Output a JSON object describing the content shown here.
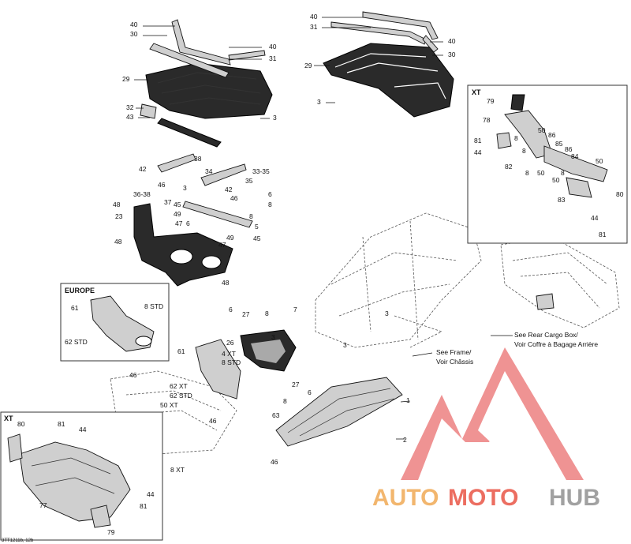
{
  "diagram": {
    "labels": [
      {
        "text": "40"
      },
      {
        "text": "30"
      },
      {
        "text": "40"
      },
      {
        "text": "31"
      },
      {
        "text": "29"
      },
      {
        "text": "32"
      },
      {
        "text": "43"
      },
      {
        "text": "3"
      },
      {
        "text": "40"
      },
      {
        "text": "31"
      },
      {
        "text": "40"
      },
      {
        "text": "30"
      },
      {
        "text": "29"
      },
      {
        "text": "3"
      },
      {
        "text": "38"
      },
      {
        "text": "42"
      },
      {
        "text": "34"
      },
      {
        "text": "33-35"
      },
      {
        "text": "35"
      },
      {
        "text": "46"
      },
      {
        "text": "36-38"
      },
      {
        "text": "3"
      },
      {
        "text": "42"
      },
      {
        "text": "46"
      },
      {
        "text": "6"
      },
      {
        "text": "8"
      },
      {
        "text": "37"
      },
      {
        "text": "45"
      },
      {
        "text": "49"
      },
      {
        "text": "8"
      },
      {
        "text": "6"
      },
      {
        "text": "47"
      },
      {
        "text": "5"
      },
      {
        "text": "48"
      },
      {
        "text": "23"
      },
      {
        "text": "48"
      },
      {
        "text": "49"
      },
      {
        "text": "45"
      },
      {
        "text": "47"
      },
      {
        "text": "48"
      },
      {
        "text": "61"
      },
      {
        "text": "8 STD"
      },
      {
        "text": "62 STD"
      },
      {
        "text": "6"
      },
      {
        "text": "27"
      },
      {
        "text": "8"
      },
      {
        "text": "7"
      },
      {
        "text": "26"
      },
      {
        "text": "3"
      },
      {
        "text": "27"
      },
      {
        "text": "6"
      },
      {
        "text": "61"
      },
      {
        "text": "4 XT"
      },
      {
        "text": "8 STD"
      },
      {
        "text": "46"
      },
      {
        "text": "62 XT"
      },
      {
        "text": "62 STD"
      },
      {
        "text": "50 XT"
      },
      {
        "text": "46"
      },
      {
        "text": "8 XT"
      },
      {
        "text": "3"
      },
      {
        "text": "3"
      },
      {
        "text": "1"
      },
      {
        "text": "8"
      },
      {
        "text": "63"
      },
      {
        "text": "2"
      },
      {
        "text": "46"
      },
      {
        "text": "79"
      },
      {
        "text": "78"
      },
      {
        "text": "50"
      },
      {
        "text": "86"
      },
      {
        "text": "8"
      },
      {
        "text": "85"
      },
      {
        "text": "81"
      },
      {
        "text": "8"
      },
      {
        "text": "86"
      },
      {
        "text": "44"
      },
      {
        "text": "84"
      },
      {
        "text": "82"
      },
      {
        "text": "50"
      },
      {
        "text": "8"
      },
      {
        "text": "8"
      },
      {
        "text": "50"
      },
      {
        "text": "50"
      },
      {
        "text": "80"
      },
      {
        "text": "83"
      },
      {
        "text": "44"
      },
      {
        "text": "81"
      },
      {
        "text": "80"
      },
      {
        "text": "81"
      },
      {
        "text": "44"
      },
      {
        "text": "44"
      },
      {
        "text": "81"
      },
      {
        "text": "77"
      },
      {
        "text": "79"
      }
    ],
    "notes": {
      "frame_line1": "See Frame/",
      "frame_line2": "Voir Châssis",
      "cargo_line1": "See Rear Cargo Box/",
      "cargo_line2": "Voir Coffre à Bagage Arrière"
    },
    "boxes": {
      "europe_title": "EUROPE",
      "xt_right_title": "XT",
      "xt_left_title": "XT"
    },
    "code": "3TT1211b, 12b"
  },
  "watermark": {
    "part1": "AUTO",
    "part2": "MOTO",
    "part3": "HUB",
    "color_auto": "#f0a44a",
    "color_moto": "#e84a3a",
    "color_hub": "#8a8a8a"
  }
}
